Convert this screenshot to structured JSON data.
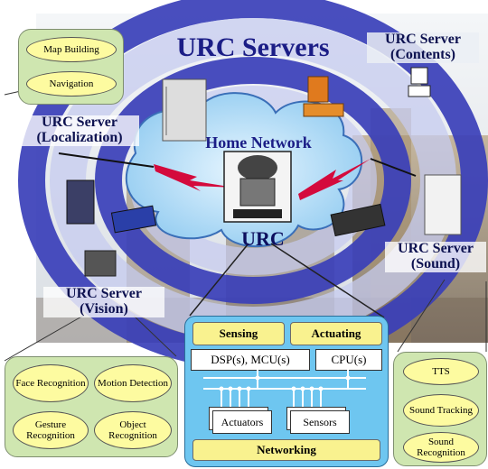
{
  "title": "URC Servers",
  "home_network": "Home Network",
  "urc": "URC",
  "servers": {
    "localization": {
      "line1": "URC Server",
      "line2": "(Localization)"
    },
    "contents": {
      "line1": "URC Server",
      "line2": "(Contents)"
    },
    "sound": {
      "line1": "URC Server",
      "line2": "(Sound)"
    },
    "vision": {
      "line1": "URC Server",
      "line2": "(Vision)"
    }
  },
  "localization_features": [
    "Map Building",
    "Navigation"
  ],
  "vision_features": [
    "Face Recognition",
    "Motion Detection",
    "Gesture Recognition",
    "Object Recognition"
  ],
  "sound_features": [
    "TTS",
    "Sound Tracking",
    "Sound Recognition"
  ],
  "robot_hw": {
    "sensing": "Sensing",
    "actuating": "Actuating",
    "dsp_mcu": "DSP(s), MCU(s)",
    "cpu": "CPU(s)",
    "actuators": "Actuators",
    "sensors": "Sensors",
    "networking": "Networking"
  },
  "colors": {
    "ring_outer": "#3b3fb8",
    "ring_light": "#c8cdf0",
    "panel_green": "#cfe6b0",
    "oval_yellow": "#fdfba0",
    "robot_panel": "#6ec6f0",
    "cloud": "#a9d8f5"
  }
}
